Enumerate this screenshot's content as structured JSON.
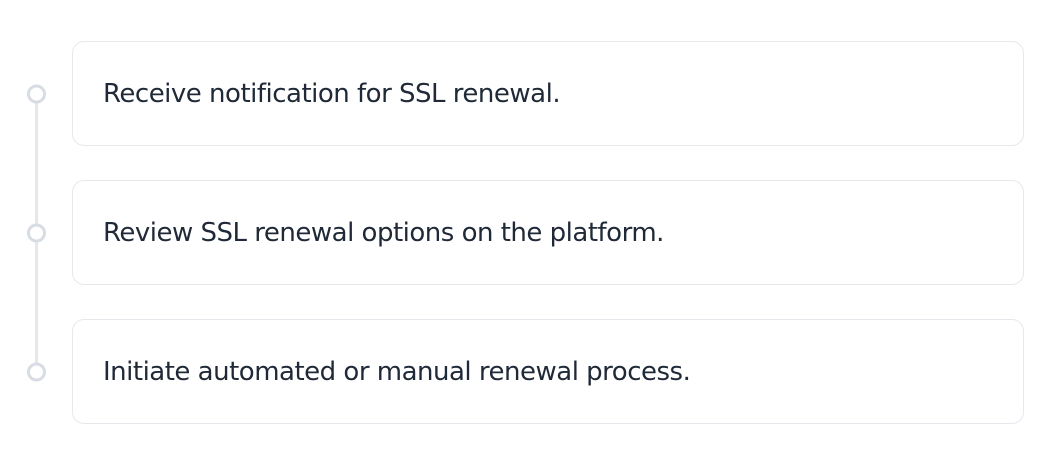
{
  "steps": [
    {
      "label": "Receive notification for SSL renewal."
    },
    {
      "label": "Review SSL renewal options on the platform."
    },
    {
      "label": "Initiate automated or manual renewal process."
    }
  ],
  "colors": {
    "background": "#ffffff",
    "card_border": "#e6e8ee",
    "text": "#1f2937",
    "timeline_line": "#e4e7ec",
    "timeline_dot_border": "#d8dce3"
  }
}
